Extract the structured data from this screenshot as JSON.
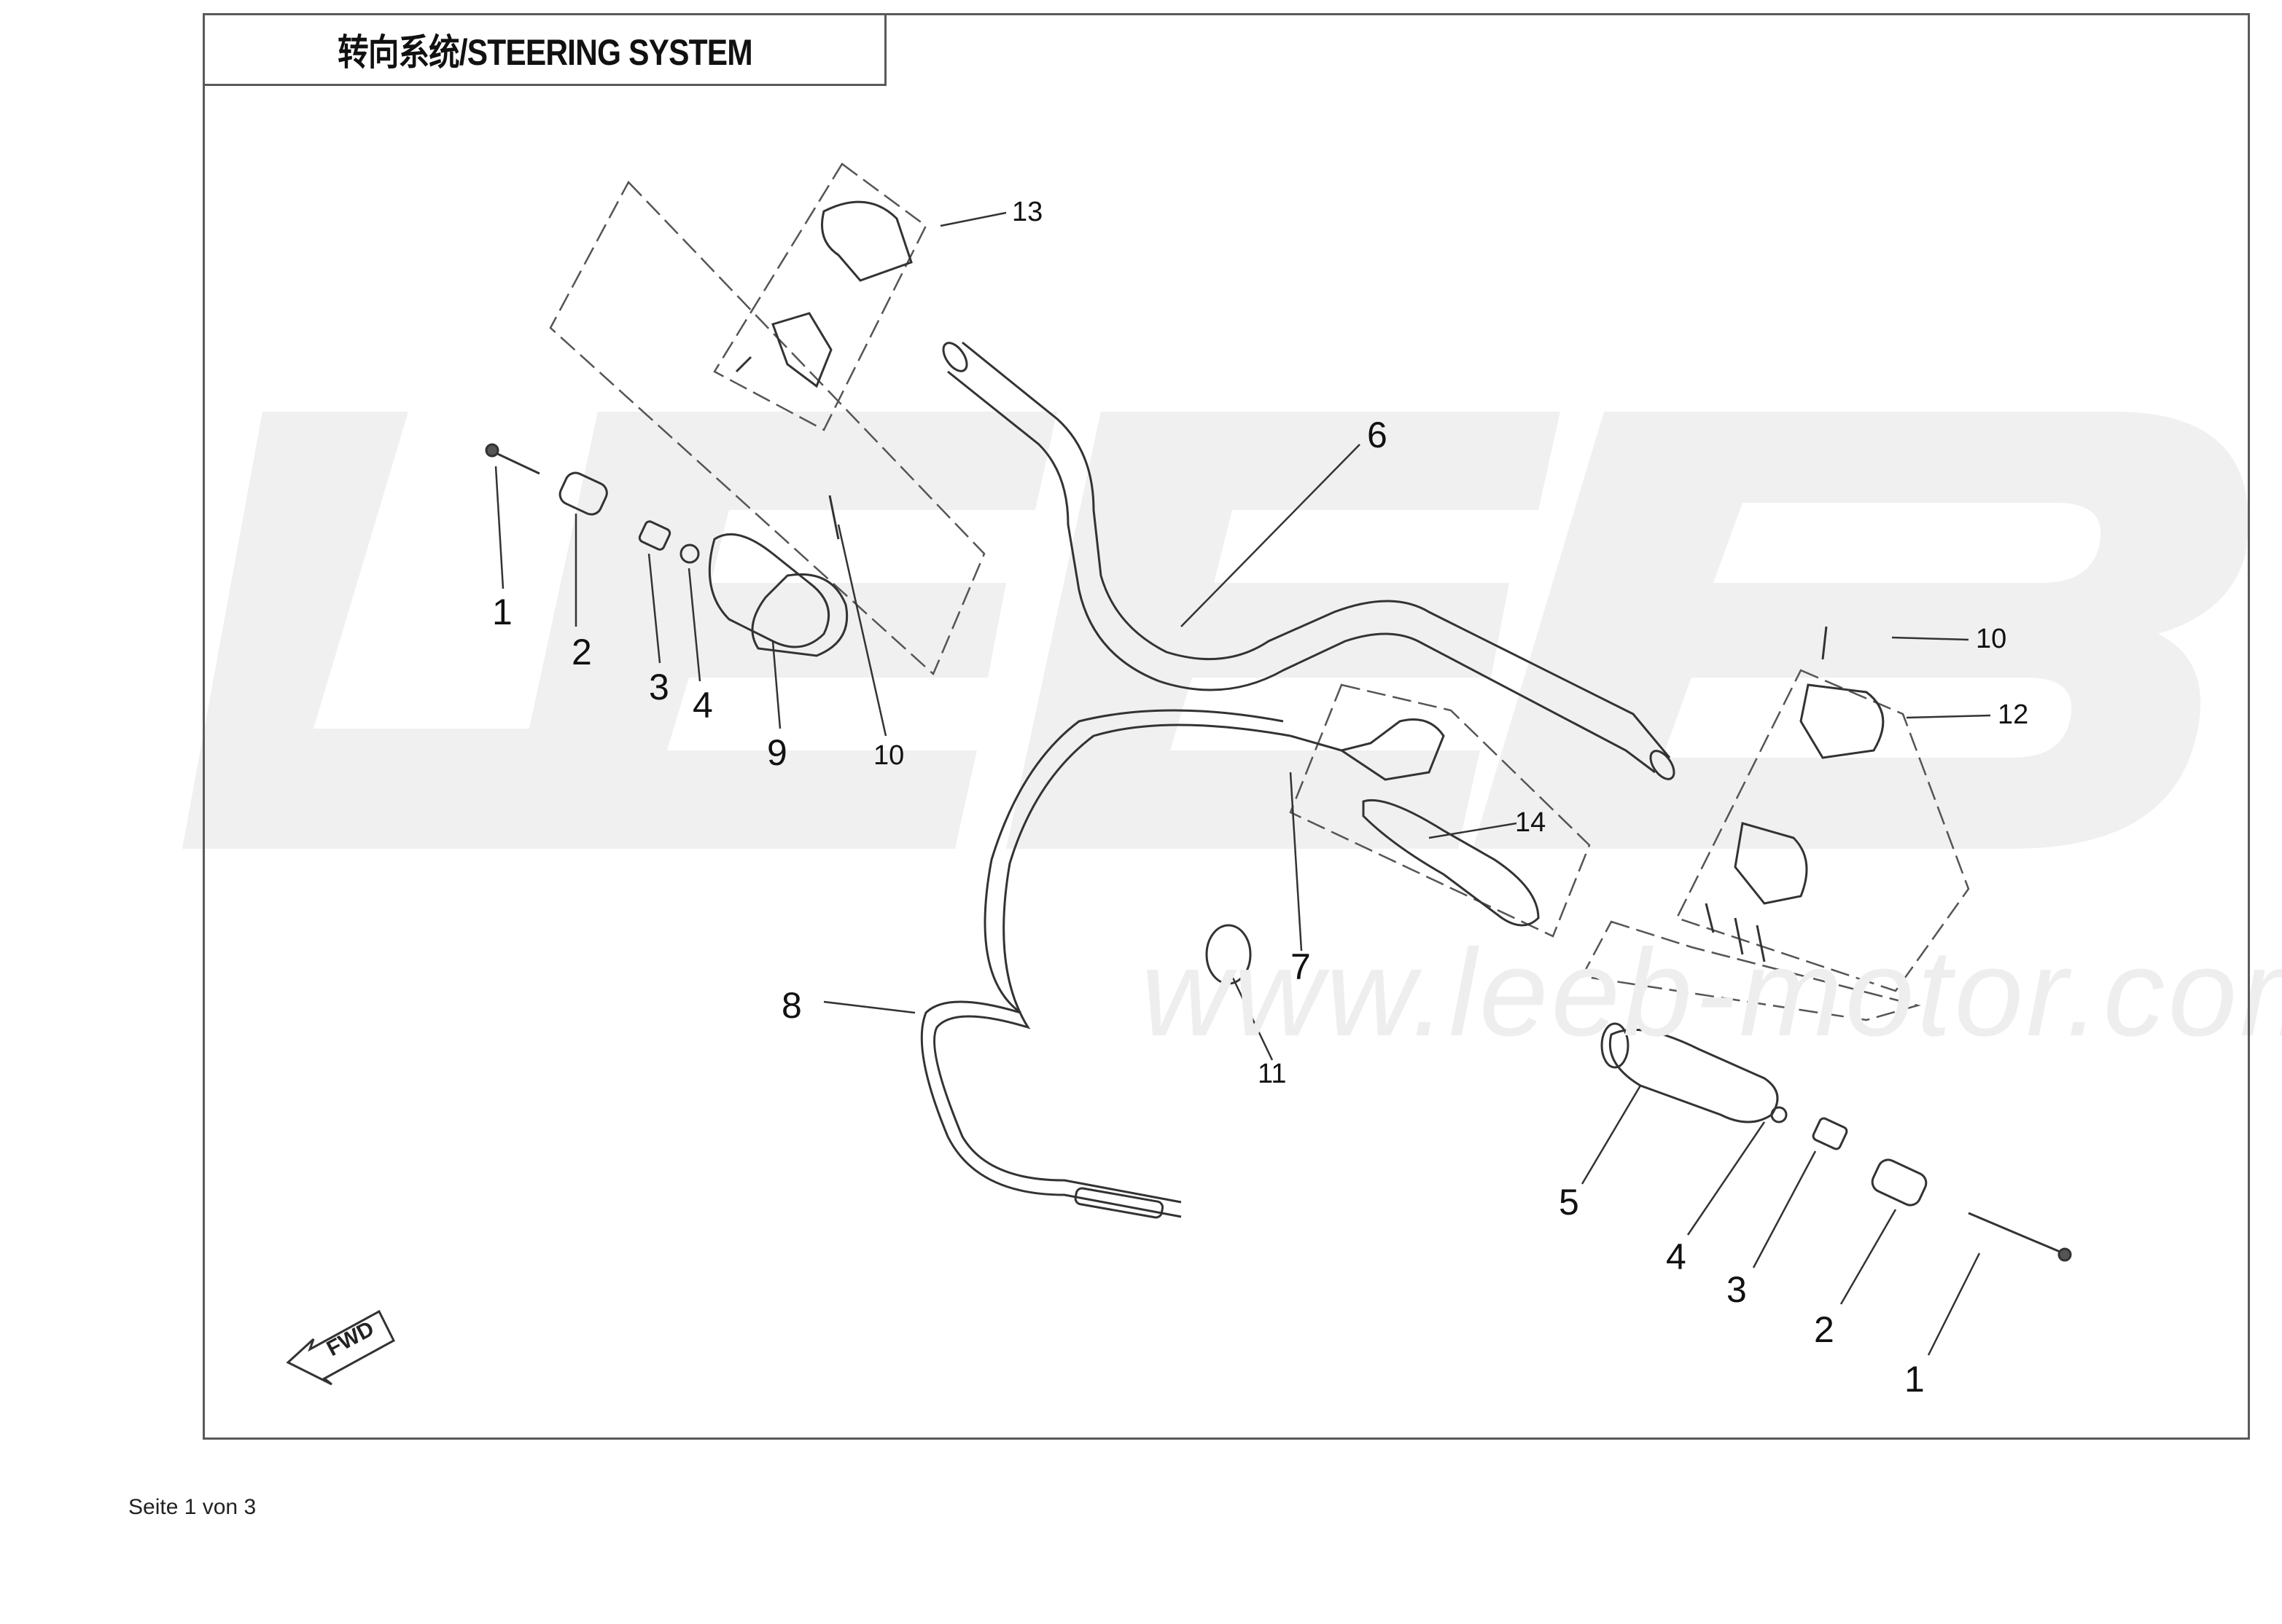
{
  "title": "转向系统/STEERING SYSTEM",
  "footer": "Seite 1 von 3",
  "watermark": {
    "logo": "LEEB",
    "url": "www.leeb-motor.com"
  },
  "direction_label": "FWD",
  "callouts": {
    "left": {
      "c1": "1",
      "c2": "2",
      "c3": "3",
      "c4": "4",
      "c9": "9",
      "c10": "10",
      "c13": "13"
    },
    "center": {
      "c6": "6",
      "c7": "7",
      "c8": "8",
      "c11": "11",
      "c14": "14"
    },
    "right": {
      "c1": "1",
      "c2": "2",
      "c3": "3",
      "c4": "4",
      "c5": "5",
      "c10": "10",
      "c12": "12"
    }
  },
  "colors": {
    "line": "#333333",
    "frame": "#5a5a5a",
    "watermark": "#efefef"
  }
}
